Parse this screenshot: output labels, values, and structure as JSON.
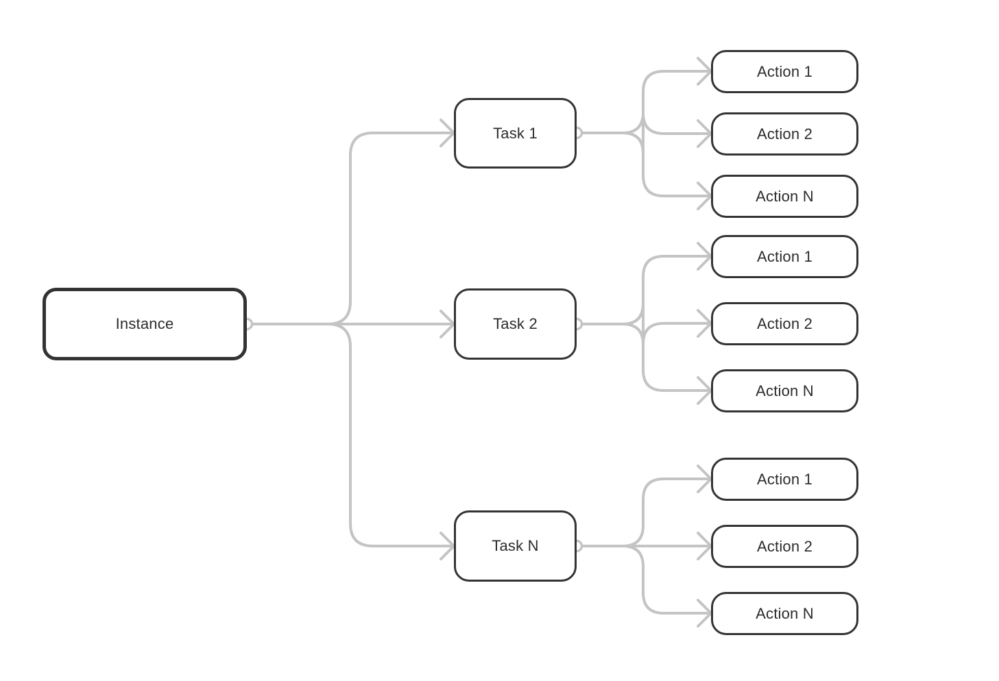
{
  "diagram": {
    "root": {
      "id": "instance",
      "label": "Instance"
    },
    "tasks": [
      {
        "id": "task-1",
        "label": "Task 1",
        "actions": [
          {
            "label": "Action 1"
          },
          {
            "label": "Action 2"
          },
          {
            "label": "Action N"
          }
        ]
      },
      {
        "id": "task-2",
        "label": "Task 2",
        "actions": [
          {
            "label": "Action 1"
          },
          {
            "label": "Action 2"
          },
          {
            "label": "Action N"
          }
        ]
      },
      {
        "id": "task-n",
        "label": "Task N",
        "actions": [
          {
            "label": "Action 1"
          },
          {
            "label": "Action 2"
          },
          {
            "label": "Action N"
          }
        ]
      }
    ],
    "colors": {
      "node_border": "#333333",
      "connector": "#c4c4c4",
      "text": "#2b2b2b",
      "background": "#ffffff"
    }
  }
}
